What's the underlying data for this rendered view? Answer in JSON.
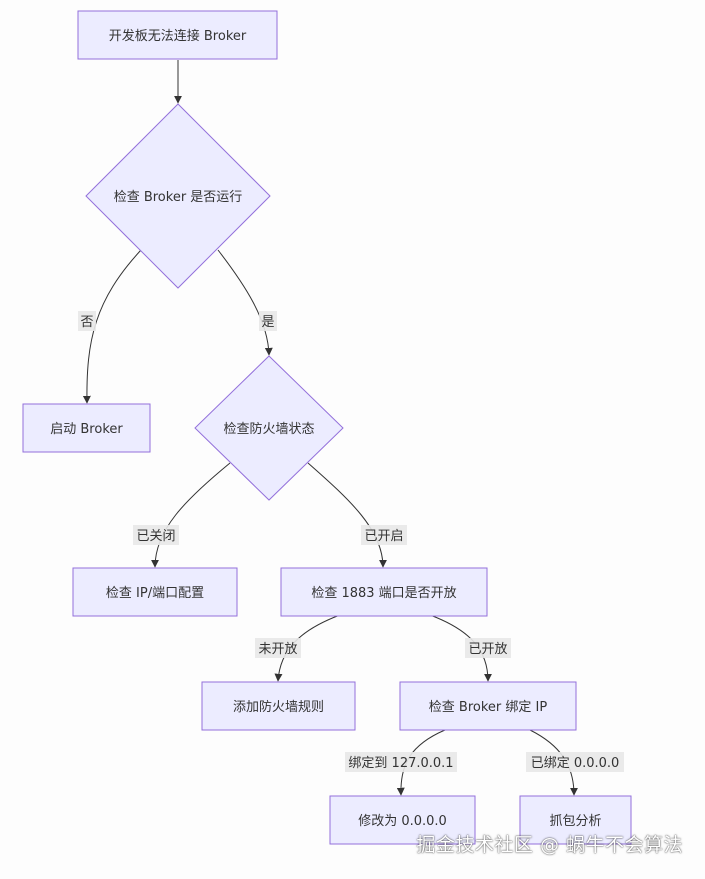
{
  "nodes": {
    "n1": "开发板无法连接 Broker",
    "n2": "检查 Broker 是否运行",
    "n3": "启动 Broker",
    "n4": "检查防火墙状态",
    "n5": "检查 IP/端口配置",
    "n6": "检查 1883 端口是否开放",
    "n7": "添加防火墙规则",
    "n8": "检查 Broker 绑定 IP",
    "n9": "修改为 0.0.0.0",
    "n10": "抓包分析"
  },
  "edges": {
    "e_no": "否",
    "e_yes": "是",
    "e_closed": "已关闭",
    "e_opened": "已开启",
    "e_notopen": "未开放",
    "e_isopen": "已开放",
    "e_bind_local": "绑定到 127.0.0.1",
    "e_bind_all": "已绑定 0.0.0.0"
  },
  "watermark": "掘金技术社区 @ 蜗牛不会算法",
  "colors": {
    "node_fill": "#ECECFF",
    "node_stroke": "#9370DB",
    "edge_stroke": "#333333",
    "label_bg": "#e8e8e8"
  }
}
